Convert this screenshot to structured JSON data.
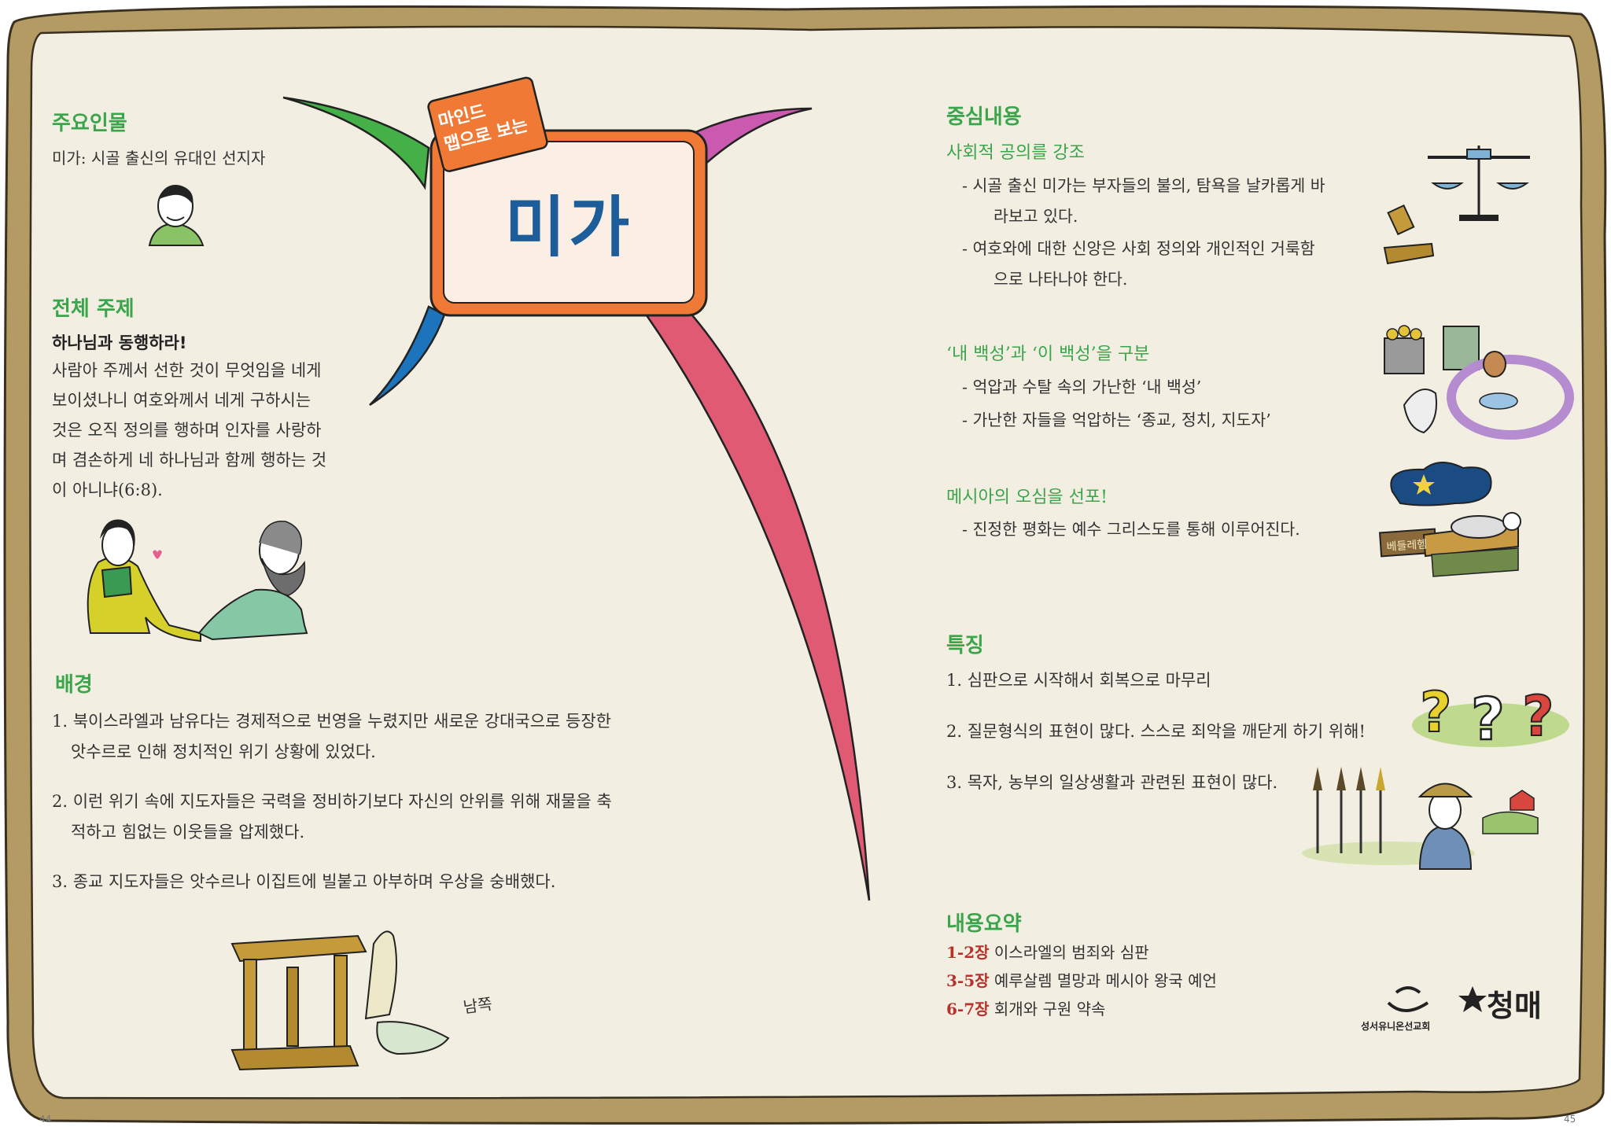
{
  "page": {
    "left_number": "44",
    "right_number": "45"
  },
  "colors": {
    "frame": "#b39b63",
    "paper": "#f2eee2",
    "green": "#3aa54b",
    "blue_title": "#1c5d9a",
    "orange": "#f07a35",
    "pink": "#e05a74",
    "magenta": "#c95ab0",
    "branch_green": "#45b048",
    "branch_blue": "#1b74bc"
  },
  "center": {
    "badge_line1": "마인드",
    "badge_line2": "맵으로 보는",
    "title": "미가"
  },
  "left": {
    "people": {
      "title": "주요인물",
      "text": "미가: 시골 출신의 유대인 선지자"
    },
    "theme": {
      "title": "전체 주제",
      "headline": "하나님과 동행하라!",
      "lines": [
        "사람아 주께서 선한 것이 무엇임을 네게",
        "보이셨나니 여호와께서 네게 구하시는",
        "것은 오직 정의를 행하며 인자를 사랑하",
        "며 겸손하게 네 하나님과 함께 행하는 것",
        "이 아니냐(6:8)."
      ]
    },
    "background": {
      "title": "배경",
      "items": [
        {
          "l1": "1. 북이스라엘과 남유다는 경제적으로 번영을 누렸지만 새로운 강대국으로 등장한",
          "l2": "앗수르로 인해 정치적인 위기 상황에 있었다."
        },
        {
          "l1": "2. 이런 위기 속에 지도자들은 국력을 정비하기보다 자신의 안위를 위해 재물을 축",
          "l2": "적하고 힘없는 이웃들을 압제했다."
        },
        {
          "l1": "3. 종교 지도자들은 앗수르나 이집트에 빌붙고 아부하며 우상을 숭배했다.",
          "l2": ""
        }
      ]
    },
    "scribble": "남쪽"
  },
  "right": {
    "core": {
      "title": "중심내용",
      "s1": {
        "title": "사회적 공의를 강조",
        "items": [
          [
            "- 시골 출신 미가는 부자들의 불의, 탐욕을 날카롭게 바",
            "라보고 있다."
          ],
          [
            "- 여호와에 대한 신앙은 사회 정의와 개인적인 거룩함",
            "으로 나타나야 한다."
          ]
        ]
      },
      "s2": {
        "title": "‘내 백성’과 ‘이 백성’을 구분",
        "items": [
          "- 억압과 수탈 속의 가난한 ‘내 백성’",
          "- 가난한 자들을 억압하는 ‘종교, 정치, 지도자’"
        ]
      },
      "s3": {
        "title": "메시아의 오심을 선포!",
        "items": [
          "- 진정한 평화는 예수 그리스도를 통해 이루어진다."
        ]
      },
      "bethlehem": "베들레헴"
    },
    "features": {
      "title": "특징",
      "items": [
        "1. 심판으로 시작해서 회복으로 마무리",
        "2. 질문형식의 표현이 많다. 스스로 죄악을 깨닫게 하기 위해!",
        "3. 목자, 농부의 일상생활과 관련된 표현이 많다."
      ]
    },
    "summary": {
      "title": "내용요약",
      "rows": [
        {
          "ch": "1-2장",
          "text": " 이스라엘의 범죄와 심판"
        },
        {
          "ch": "3-5장",
          "text": " 예루살렘 멸망과 메시아 왕국 예언"
        },
        {
          "ch": "6-7장",
          "text": " 회개와 구원 약속"
        }
      ]
    },
    "logo": {
      "org": "성서유니온선교회",
      "brand": "청매"
    }
  }
}
